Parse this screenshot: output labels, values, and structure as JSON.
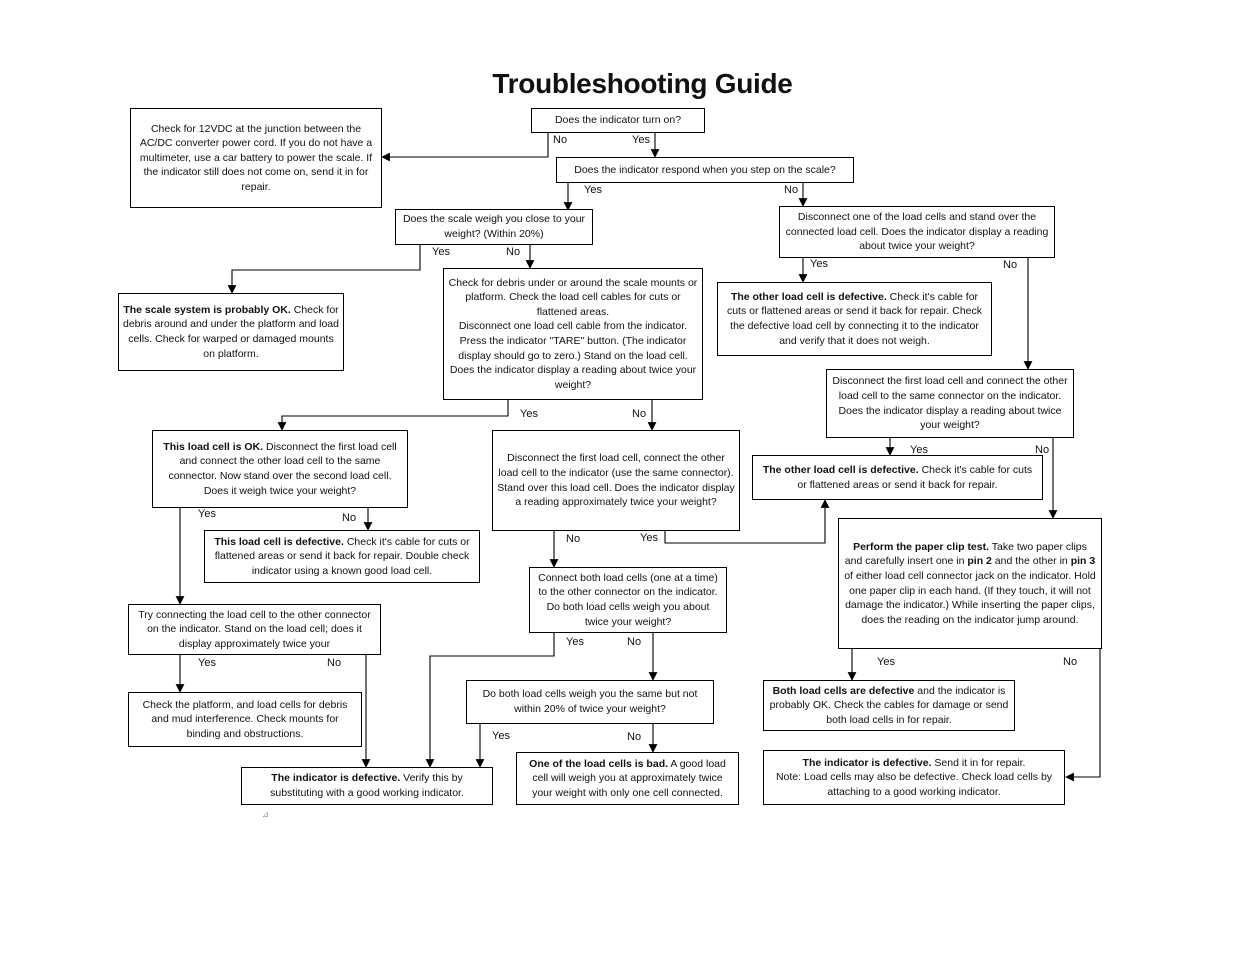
{
  "title": "Troubleshooting Guide",
  "nodes": {
    "q_turn_on": "Does the indicator turn on?",
    "check_12vdc": "Check for 12VDC at the junction between the AC/DC converter power cord.  If you do not have a multimeter, use a car battery to power the scale.  If the indicator still does not come on, send it in for repair.",
    "q_respond": "Does the indicator respond when you step on the scale?",
    "q_weigh_close": "Does the scale weigh you close to your weight?  (Within 20%)",
    "disconnect_one_stand": "Disconnect one of the load cells and stand over the connected load cell.  Does the indicator display a reading about twice your weight?",
    "scale_ok_bold": "The scale system is probably OK.",
    "scale_ok_rest": "Check for debris around and under the platform and load cells.  Check for warped or damaged mounts on platform.",
    "check_debris_mounts": "Check for debris under or around the scale mounts or platform.  Check the load cell cables for cuts or flattened areas.\nDisconnect one load cell cable from the indicator.  Press the indicator \"TARE\" button.  (The indicator display should go to zero.)  Stand on the load cell.  Does the indicator display a reading about twice your weight?",
    "other_defective_a_bold": "The other load cell is defective.",
    "other_defective_a_rest": "Check it's cable for cuts or flattened areas or send it back for repair.  Check the defective load cell by connecting it to the indicator and verify that it does not weigh.",
    "disconnect_first_connect_other_right": "Disconnect the first load cell and connect the other load cell to the same connector on the indicator.  Does the indicator display a reading about twice your weight?",
    "cell_ok_bold": "This load cell is OK.",
    "cell_ok_rest": "Disconnect the first load cell and connect the other load cell to the same connector.  Now stand over the second load cell.  Does it weigh twice your weight?",
    "disconnect_first_connect_other_mid": "Disconnect the first load cell, connect the other load cell to the indicator (use the same connector).  Stand over this load cell.  Does the indicator display a reading approximately twice your weight?",
    "other_defective_b_bold": "The other load cell is defective.",
    "other_defective_b_rest": "Check it's cable for cuts or flattened areas or send it back for repair.",
    "cell_defective_bold": "This load cell is defective.",
    "cell_defective_rest": "Check it's cable for cuts or flattened areas or send it back for repair.  Double check indicator using a known good load cell.",
    "paper_clip_bold": "Perform the paper clip test.",
    "paper_clip_1": "Take two paper clips and carefully insert one in",
    "paper_clip_pin2": "pin 2",
    "paper_clip_2": "and the other in",
    "paper_clip_pin3": "pin 3",
    "paper_clip_3": "of either load cell connector jack on the indicator.  Hold one paper clip in each hand.  (If they touch, it will not damage the indicator.)  While inserting the paper clips, does the reading on the indicator jump around.",
    "connect_both_other": "Connect both load cells (one at a time) to the other connector on the indicator.  Do both load cells weigh you about twice your weight?",
    "try_other_connector": "Try connecting the load cell to the other connector on the indicator.  Stand on the load cell; does it display approximately  twice your",
    "check_platform_mud": "Check the platform, and load cells for debris and mud interference.  Check mounts for binding and obstructions.",
    "q_same_within": "Do both load cells weigh you the same but not within 20% of twice your weight?",
    "both_defective_bold": "Both load cells are defective",
    "both_defective_rest": "and the indicator is probably OK.  Check the cables for damage or send both load cells in for repair.",
    "indicator_defective_left_bold": "The indicator is defective.",
    "indicator_defective_left_rest": "Verify this by substituting with a good working indicator.",
    "one_cell_bad_bold": "One of the load cells is bad.",
    "one_cell_bad_rest": "A good load cell will weigh you at approximately twice your weight with only one cell connected.",
    "indicator_defective_right_bold": "The indicator is defective.",
    "indicator_defective_right_rest": "Send it in for repair.\nNote: Load cells may also be defective. Check load cells by attaching to a good working indicator."
  },
  "labels": {
    "yes": "Yes",
    "no": "No"
  },
  "corner_mark": "⊿"
}
